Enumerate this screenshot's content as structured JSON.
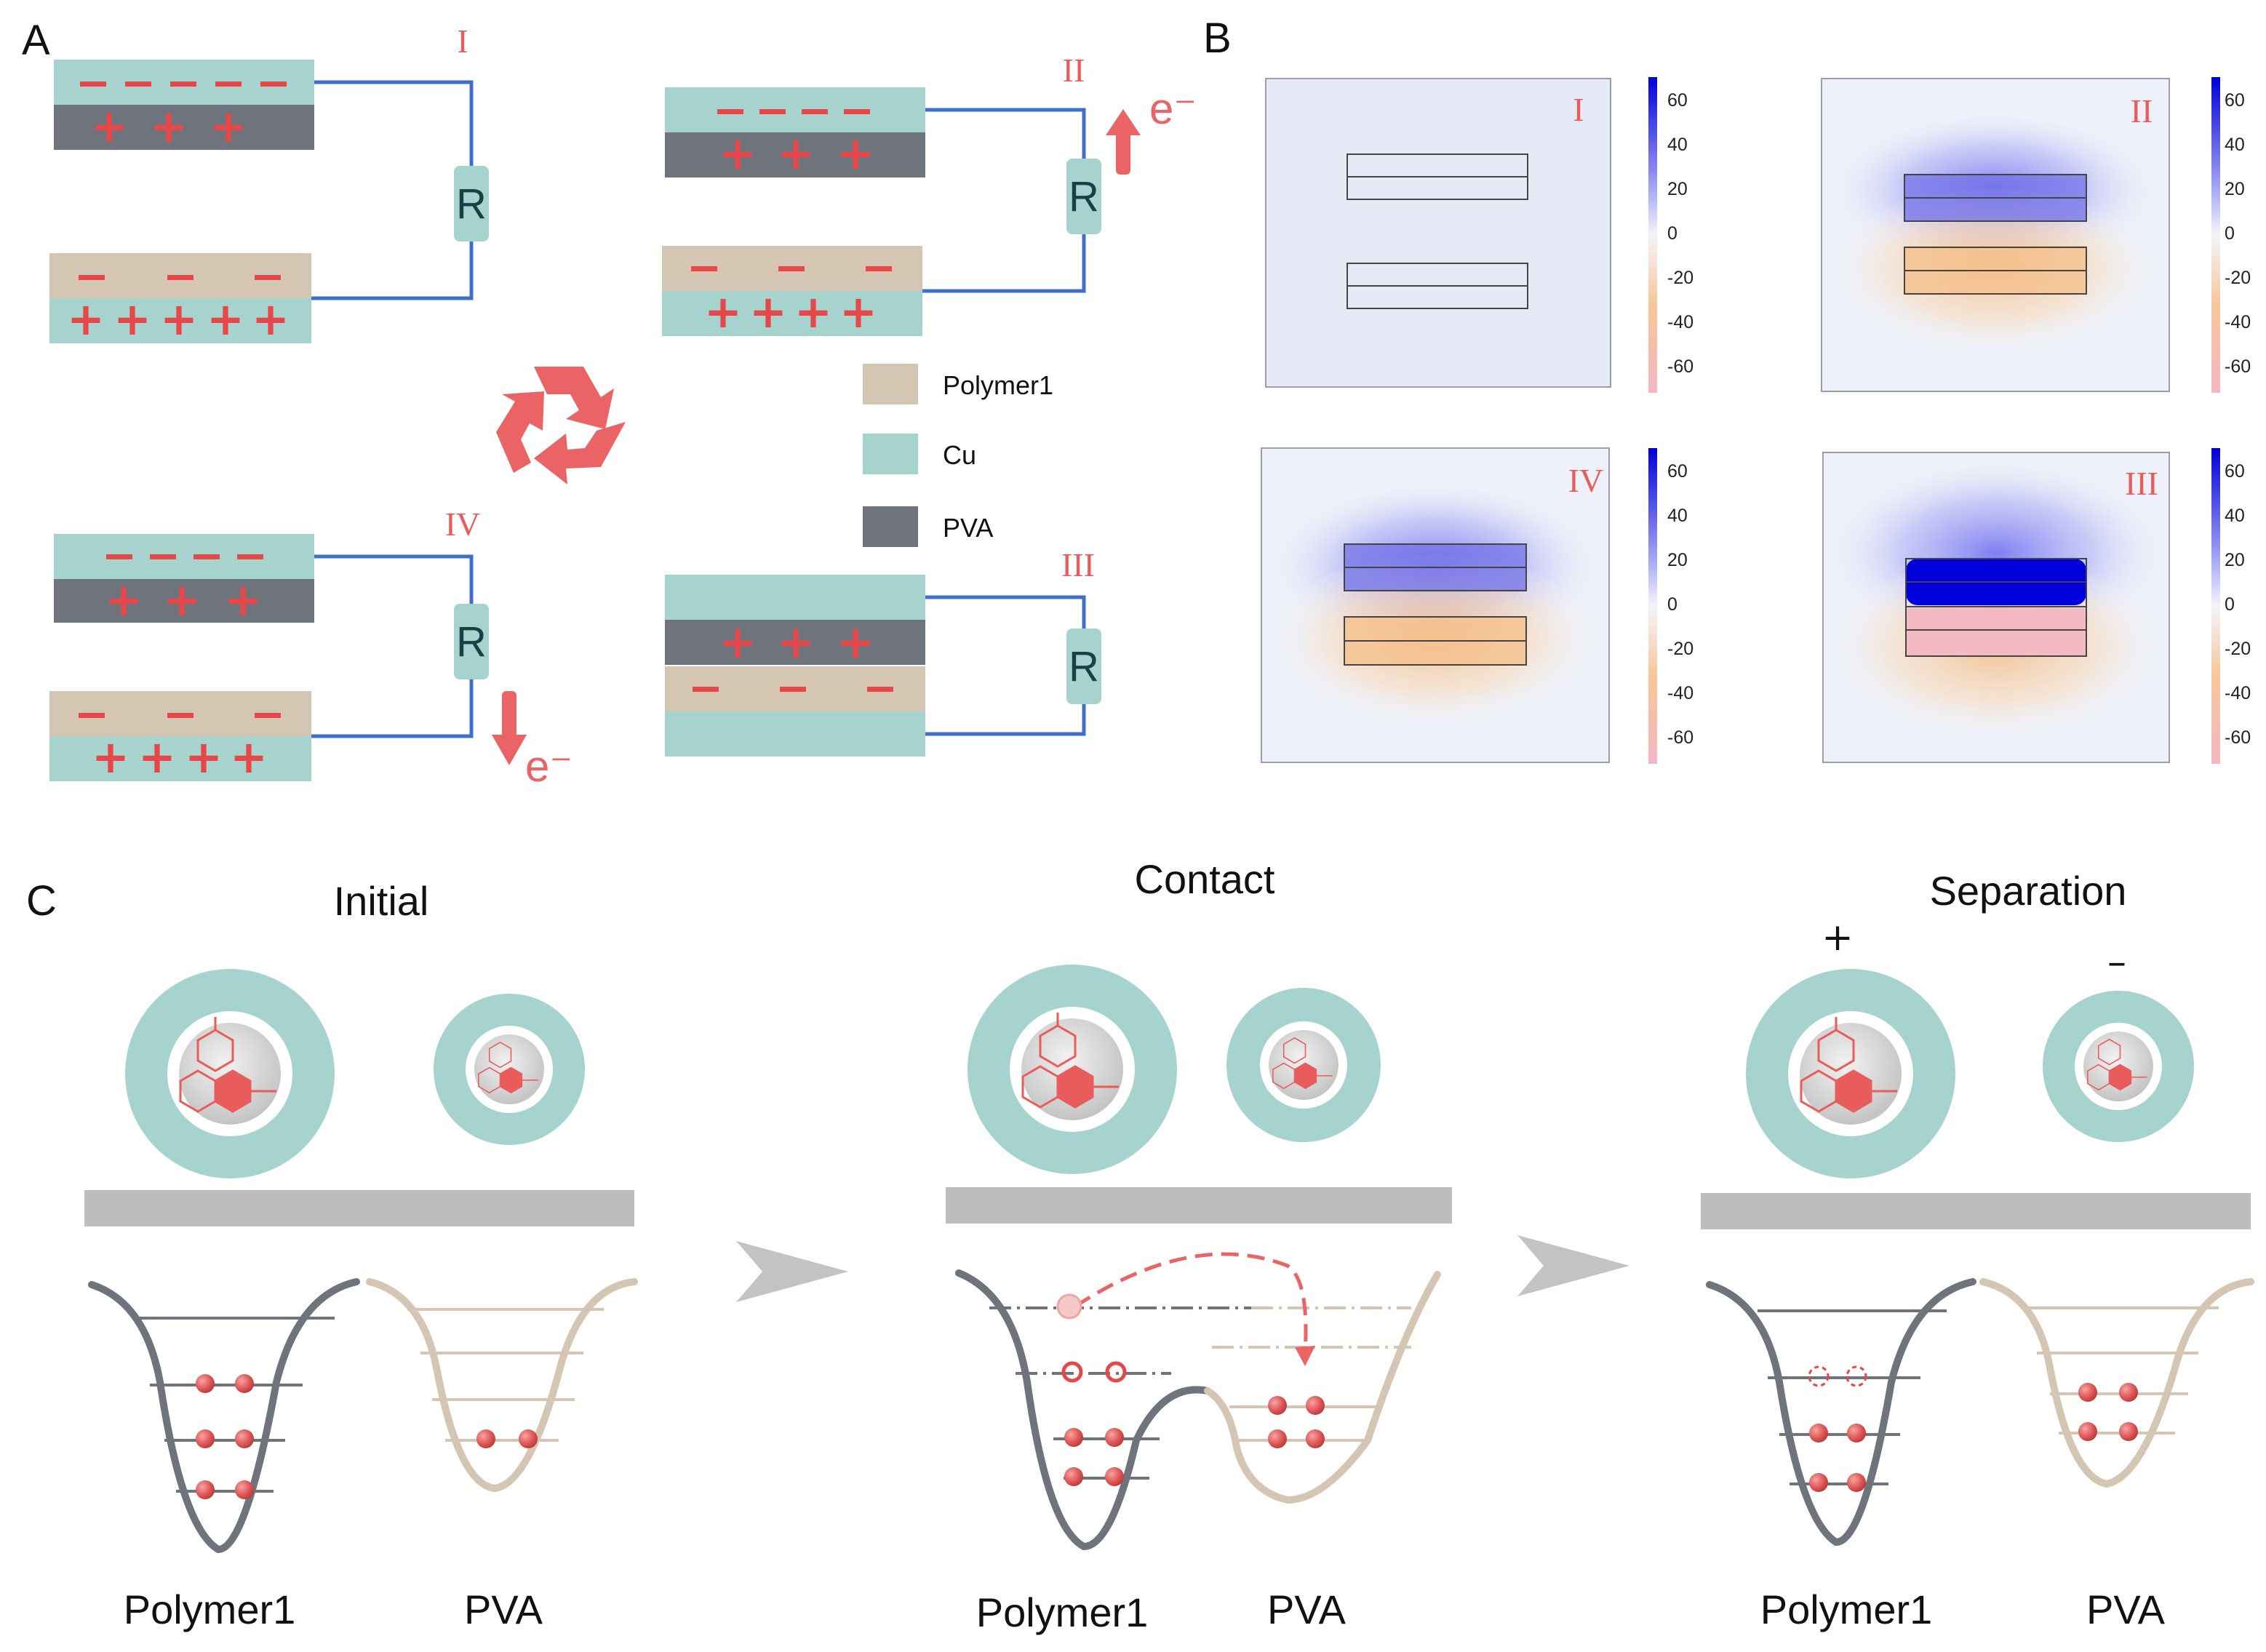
{
  "panels": {
    "a": "A",
    "b": "B",
    "c": "C"
  },
  "colors": {
    "cu": "#a7d3cf",
    "pva": "#6f747c",
    "polymer": "#d5c5b3",
    "charge": "#e8474a",
    "wire": "#3f6fca",
    "accent": "#ea6466",
    "substrate": "#bdbdbd"
  },
  "panel_a": {
    "stages": [
      "I",
      "II",
      "III",
      "IV"
    ],
    "resistor": "R",
    "electron": "e⁻",
    "recycle_icon": "recycle-icon",
    "legend": [
      {
        "label": "Polymer1",
        "color": "#d5c5b3"
      },
      {
        "label": "Cu",
        "color": "#a7d3cf"
      },
      {
        "label": "PVA",
        "color": "#6f747c"
      }
    ]
  },
  "panel_b": {
    "maps": [
      "I",
      "II",
      "IV",
      "III"
    ],
    "colorbar_ticks": [
      "60",
      "40",
      "20",
      "0",
      "-20",
      "-40",
      "-60"
    ]
  },
  "panel_c": {
    "stages": [
      "Initial",
      "Contact",
      "Separation"
    ],
    "left_material": "Polymer1",
    "right_material": "PVA",
    "plus": "+",
    "minus": "–"
  }
}
